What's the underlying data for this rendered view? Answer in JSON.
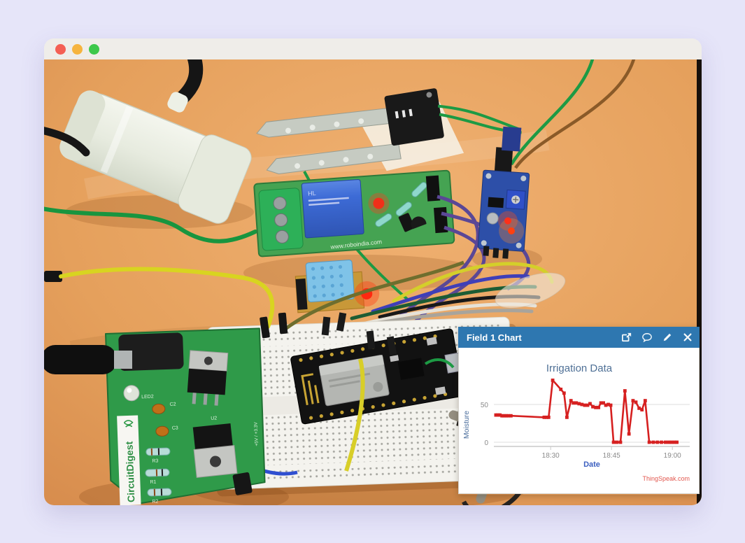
{
  "window": {
    "traffic_lights": [
      {
        "name": "close",
        "color": "#f45f54"
      },
      {
        "name": "minimize",
        "color": "#f6b43e"
      },
      {
        "name": "zoom",
        "color": "#3dc84b"
      }
    ]
  },
  "photo": {
    "relay_board": {
      "url_text": "www.roboindia.com",
      "relay_marking": "HL"
    },
    "power_board": {
      "brand": "CircuitDigest",
      "silk_labels": [
        "LED2",
        "C2",
        "C3",
        "R3",
        "R1",
        "R2",
        "U2"
      ],
      "edge_label": "+5V / +3.3V"
    }
  },
  "chart": {
    "header": {
      "title": "Field 1 Chart",
      "background": "#2e77b0",
      "icons": [
        "external-link",
        "comment",
        "edit",
        "close"
      ]
    },
    "watermark": "ThingSpeak.com"
  },
  "chart_data": {
    "type": "line",
    "title": "Irrigation Data",
    "xlabel": "Date",
    "ylabel": "Moisture",
    "x_unit": "minutes after 18:16",
    "x_ticks": [
      {
        "t": 14,
        "label": "18:30"
      },
      {
        "t": 29,
        "label": "18:45"
      },
      {
        "t": 44,
        "label": "19:00"
      }
    ],
    "y_ticks": [
      {
        "v": 0,
        "label": "0"
      },
      {
        "v": 50,
        "label": "50"
      }
    ],
    "ylim": [
      0,
      90
    ],
    "grid": true,
    "line_color": "#d62020",
    "title_color": "#4f7096",
    "axis_label_color": "#3b5fc0",
    "points": [
      [
        0.5,
        36
      ],
      [
        1,
        36
      ],
      [
        1.5,
        36
      ],
      [
        2,
        35
      ],
      [
        2.5,
        35
      ],
      [
        3,
        35
      ],
      [
        3.5,
        35
      ],
      [
        4.2,
        35
      ],
      [
        12.4,
        33
      ],
      [
        13,
        33
      ],
      [
        13.5,
        33
      ],
      [
        14.5,
        82
      ],
      [
        16.5,
        70
      ],
      [
        17.3,
        65
      ],
      [
        18,
        33
      ],
      [
        19,
        55
      ],
      [
        19.6,
        52
      ],
      [
        20.3,
        52
      ],
      [
        21,
        51
      ],
      [
        21.7,
        50
      ],
      [
        22.4,
        49
      ],
      [
        23.1,
        49
      ],
      [
        23.7,
        51
      ],
      [
        24.4,
        47
      ],
      [
        25.1,
        46
      ],
      [
        25.8,
        46
      ],
      [
        26.4,
        52
      ],
      [
        27,
        52
      ],
      [
        27.6,
        49
      ],
      [
        28.2,
        50
      ],
      [
        28.8,
        49
      ],
      [
        29.5,
        0
      ],
      [
        30.3,
        0
      ],
      [
        31.2,
        0
      ],
      [
        32.3,
        68
      ],
      [
        33.3,
        11
      ],
      [
        34.3,
        55
      ],
      [
        35,
        53
      ],
      [
        35.8,
        45
      ],
      [
        36.5,
        43
      ],
      [
        37.3,
        55
      ],
      [
        38.3,
        0
      ],
      [
        39.3,
        0
      ],
      [
        40.3,
        0
      ],
      [
        41.3,
        0
      ],
      [
        42.3,
        0
      ],
      [
        43.1,
        0
      ],
      [
        43.8,
        0
      ],
      [
        44.5,
        0
      ],
      [
        45.1,
        0
      ]
    ]
  }
}
